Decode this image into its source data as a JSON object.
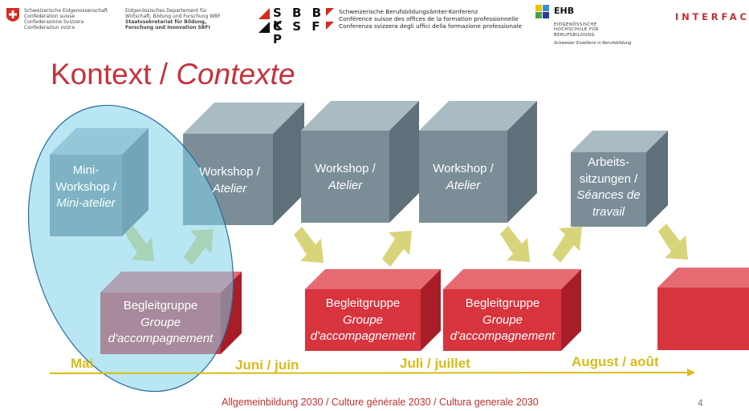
{
  "header": {
    "confed": [
      "Schweizerische Eidgenossenschaft",
      "Confédération suisse",
      "Confederazione Svizzera",
      "Confederaziun svizra"
    ],
    "wbf": [
      "Eidgenössisches Departement für",
      "Wirtschaft, Bildung und Forschung WBF",
      "Staatssekretariat für Bildung,",
      "Forschung und Innovation SBFI"
    ],
    "sbbk_top": "S B B K",
    "sbbk_bottom": "C S F P",
    "sbbk_text": [
      "Schweizerische Berufsbildungsämter-Konferenz",
      "Conférence suisse des offices de la formation professionnelle",
      "Conferenza svizzera degli uffici della formazione professionale"
    ],
    "ehb_title": "EHB",
    "ehb_sub": [
      "EIDGENÖSSISCHE",
      "HOCHSCHULE FÜR",
      "BERUFSBILDUNG"
    ],
    "ehb_tagline": "Schweizer Exzellenz in Berufsbildung",
    "interface": "INTERFACE"
  },
  "title": {
    "plain": "Kontext / ",
    "italic": "Contexte"
  },
  "boxes": {
    "mini": {
      "lines": [
        "Mini-",
        "Workshop /"
      ],
      "italic": [
        "Mini-atelier"
      ]
    },
    "ws1": {
      "lines": [
        "Workshop /"
      ],
      "italic": [
        "Atelier"
      ]
    },
    "ws2": {
      "lines": [
        "Workshop /"
      ],
      "italic": [
        "Atelier"
      ]
    },
    "ws3": {
      "lines": [
        "Workshop /"
      ],
      "italic": [
        "Atelier"
      ]
    },
    "arbeit": {
      "lines": [
        "Arbeits-",
        "sitzungen /"
      ],
      "italic": [
        "Séances de",
        "travail"
      ]
    },
    "bg1": {
      "lines": [
        "Begleitgruppe"
      ],
      "italic": [
        "Groupe",
        "d'accompagnement"
      ]
    },
    "bg2": {
      "lines": [
        "Begleitgruppe"
      ],
      "italic": [
        "Groupe",
        "d'accompagnement"
      ]
    },
    "bg3": {
      "lines": [
        "Begleitgruppe"
      ],
      "italic": [
        "Groupe",
        "d'accompagnement"
      ]
    }
  },
  "timeline": {
    "months": [
      "Mai",
      "Juni / juin",
      "Juli / juillet",
      "August / août"
    ]
  },
  "footer": {
    "text": "Allgemeinbildung 2030 / Culture générale 2030 / Cultura generale 2030",
    "page": "4"
  },
  "colors": {
    "grey_front": "#7b8e98",
    "red_front": "#d7343e",
    "arrow": "#d8d47a",
    "ellipse": "#7fd2ea",
    "month": "#d8bc1a",
    "title": "#c8303b"
  }
}
